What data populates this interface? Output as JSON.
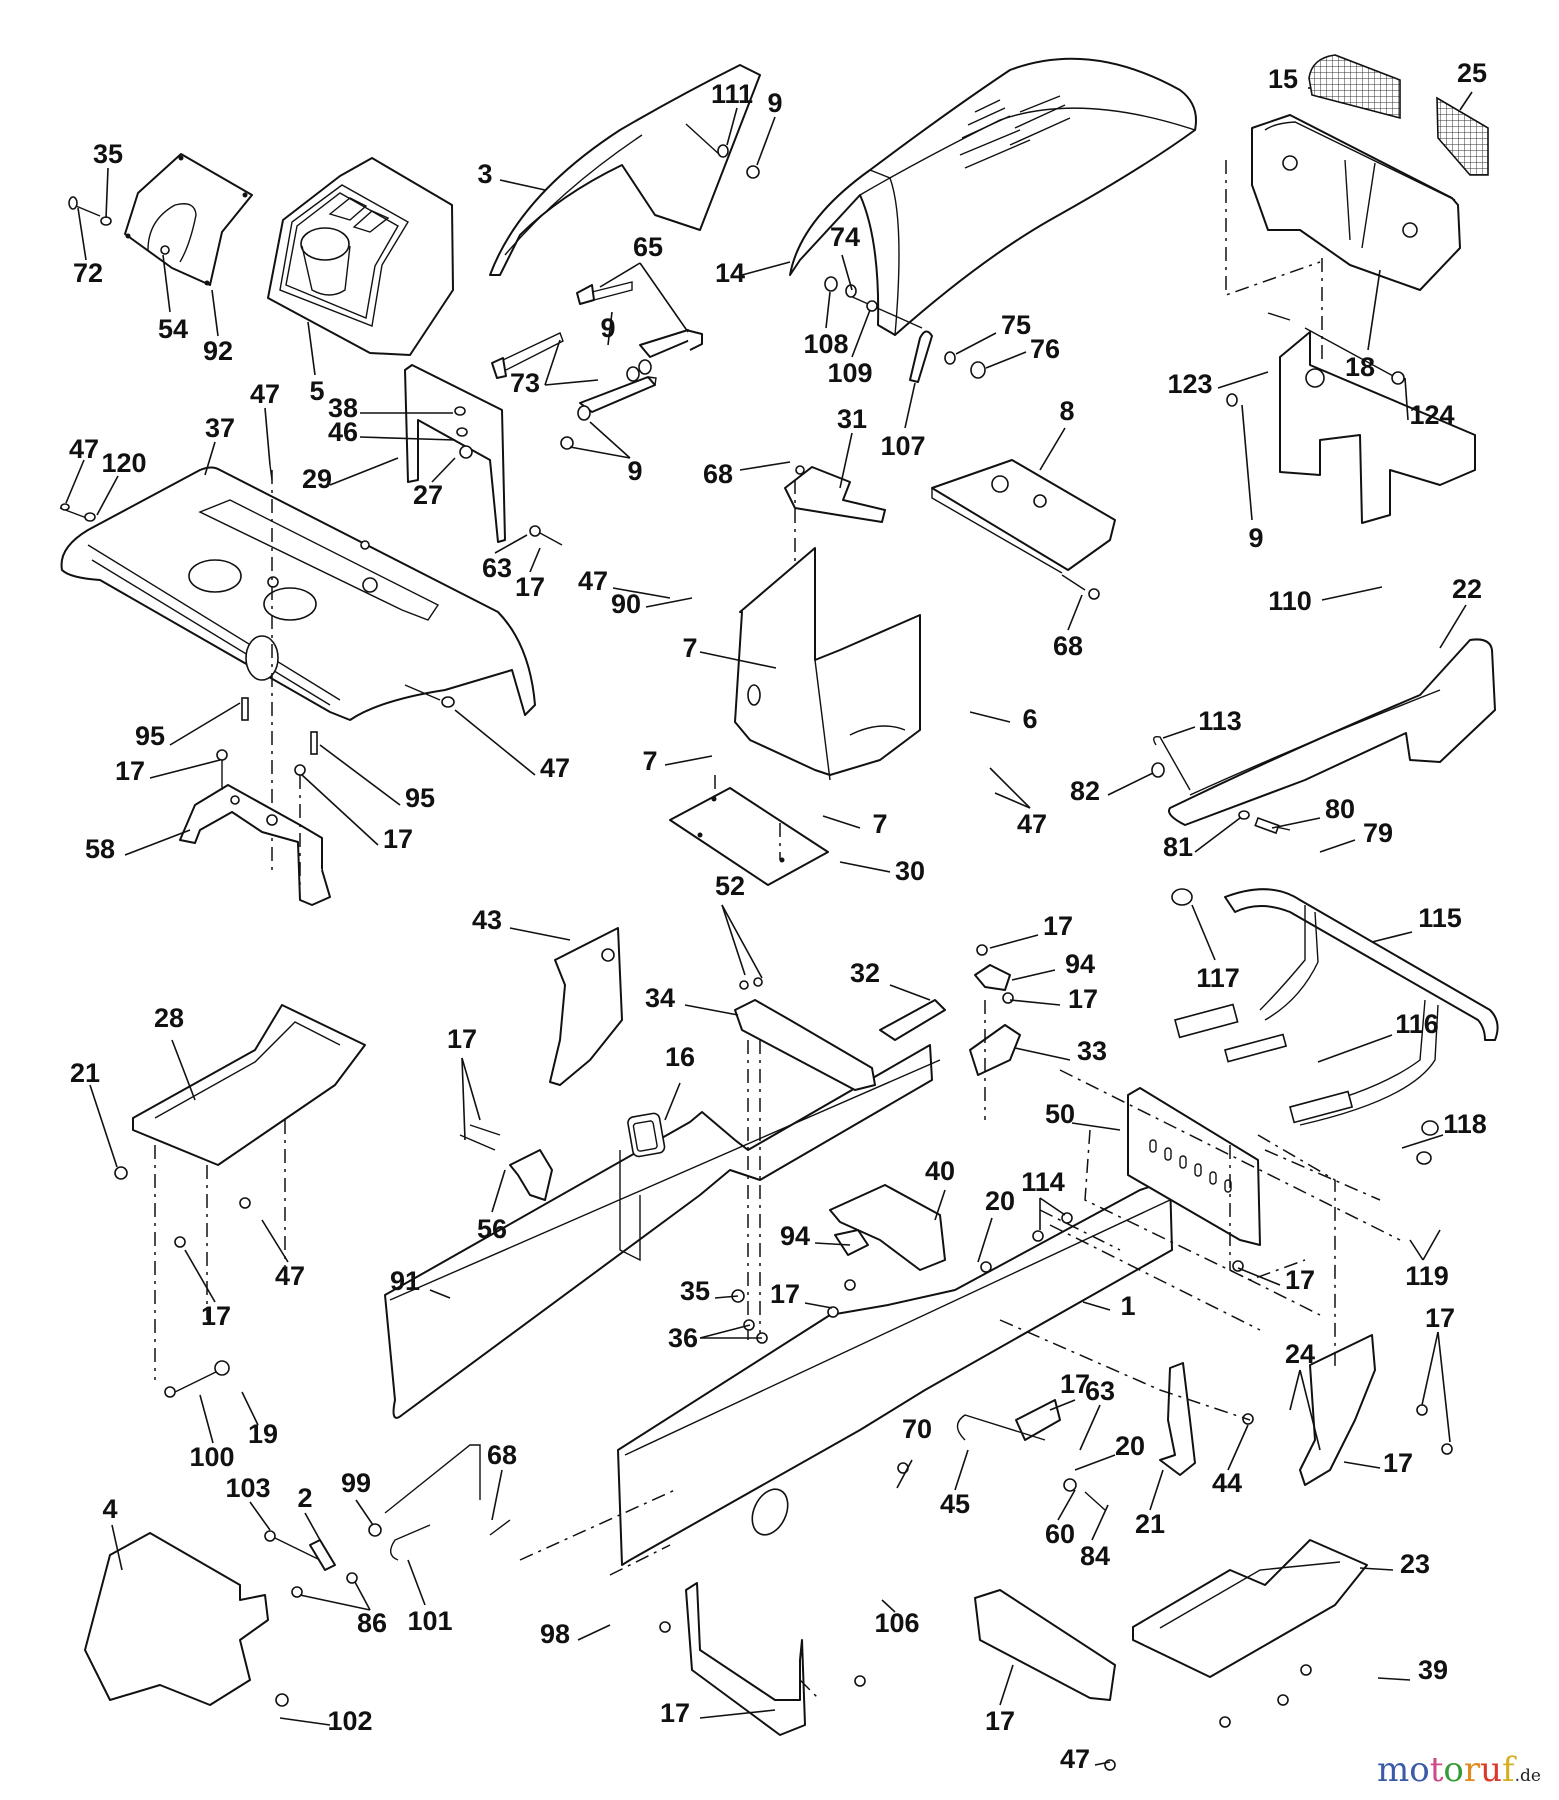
{
  "diagram": {
    "type": "exploded-parts-diagram",
    "subject": "Tractor chassis, hood, dashboard and frame assembly",
    "callouts": [
      "35",
      "72",
      "54",
      "92",
      "5",
      "3",
      "111",
      "9",
      "14",
      "15",
      "25",
      "65",
      "74",
      "108",
      "109",
      "75",
      "76",
      "107",
      "73",
      "9",
      "9",
      "47",
      "38",
      "46",
      "29",
      "27",
      "37",
      "47",
      "120",
      "63",
      "17",
      "68",
      "31",
      "8",
      "18",
      "123",
      "124",
      "9",
      "110",
      "22",
      "47",
      "90",
      "7",
      "6",
      "68",
      "7",
      "47",
      "7",
      "30",
      "113",
      "82",
      "80",
      "81",
      "79",
      "95",
      "17",
      "95",
      "17",
      "58",
      "47",
      "43",
      "52",
      "34",
      "32",
      "17",
      "94",
      "17",
      "33",
      "115",
      "117",
      "116",
      "28",
      "21",
      "47",
      "17",
      "16",
      "17",
      "56",
      "91",
      "40",
      "94",
      "35",
      "17",
      "36",
      "20",
      "50",
      "114",
      "118",
      "119",
      "17",
      "1",
      "17",
      "20",
      "19",
      "100",
      "99",
      "68",
      "103",
      "2",
      "4",
      "86",
      "102",
      "101",
      "98",
      "17",
      "106",
      "70",
      "45",
      "17",
      "63",
      "60",
      "84",
      "21",
      "44",
      "17",
      "24",
      "23",
      "39",
      "17",
      "47"
    ]
  },
  "watermark": {
    "letters": [
      "m",
      "o",
      "t",
      "o",
      "r",
      "u",
      "f"
    ],
    "colors": [
      "#3b5aa8",
      "#3b5aa8",
      "#d04a8a",
      "#3a9a3a",
      "#e08a1a",
      "#d93a2a",
      "#d4b020"
    ],
    "suffix": ".de"
  }
}
